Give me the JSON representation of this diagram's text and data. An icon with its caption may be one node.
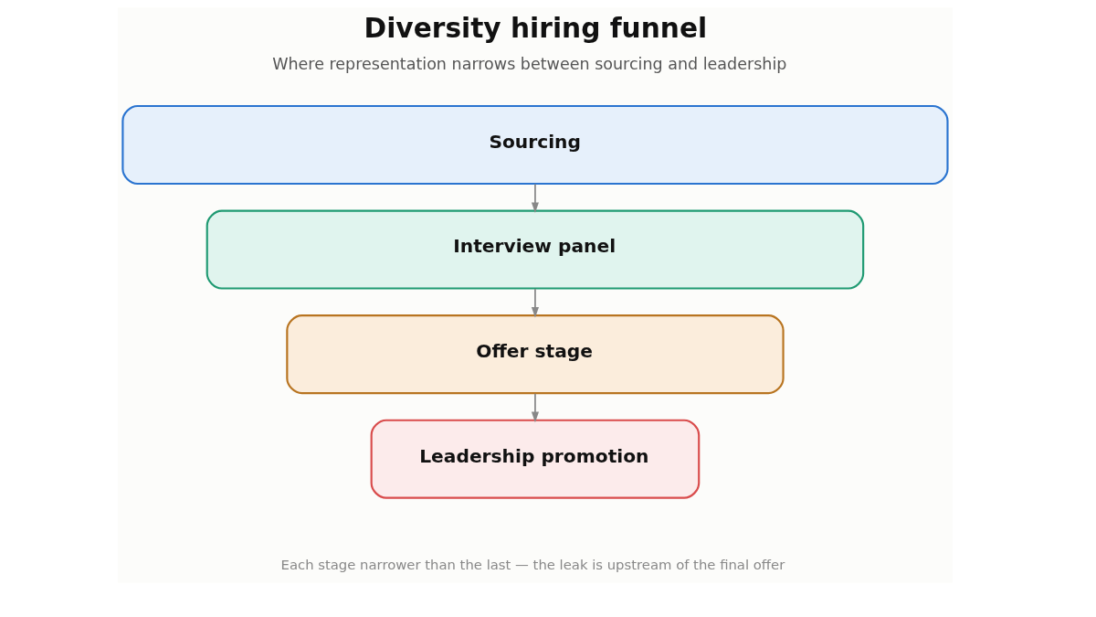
{
  "diagram": {
    "title": "Diversity hiring funnel",
    "caption": "Each stage narrower than the last — the leak is upstream of the final offer",
    "nodes": [
      {
        "text": [
          "Sourcing"
        ]
      },
      {
        "text": [
          "Interview panel"
        ]
      },
      {
        "text": [
          "Offer stage"
        ]
      },
      {
        "text": [
          "Leadership promotion"
        ]
      }
    ],
    "edges": [
      {
        "from": 0,
        "to": 1,
        "arrow": "to"
      },
      {
        "from": 1,
        "to": 2,
        "arrow": "to"
      },
      {
        "from": 2,
        "to": 3,
        "arrow": "to"
      }
    ],
    "labels": [
      "Where representation narrows between sourcing and leadership"
    ]
  }
}
